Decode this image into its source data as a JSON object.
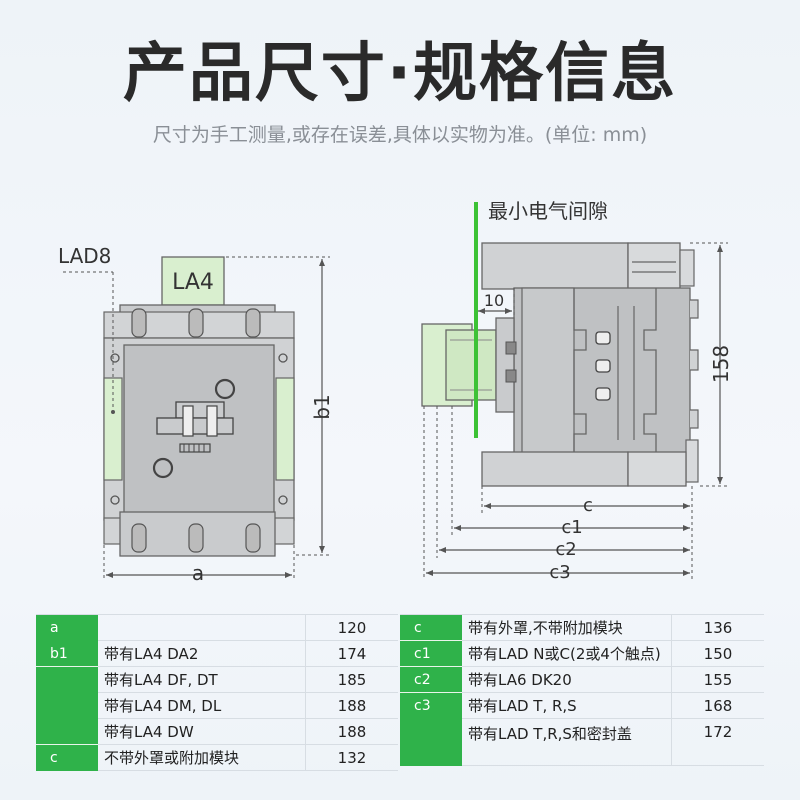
{
  "title": "产品尺寸·规格信息",
  "subtitle": "尺寸为手工测量,或存在误差,具体以实物为准。(单位: mm)",
  "diagram": {
    "front": {
      "lad8_label": "LAD8",
      "la4_label": "LA4",
      "dim_a": "a",
      "dim_b1": "b1"
    },
    "side": {
      "clearance_label": "最小电气间隙",
      "dim_10": "10",
      "dim_158": "158",
      "dim_c": "c",
      "dim_c1": "c1",
      "dim_c2": "c2",
      "dim_c3": "c3"
    }
  },
  "table_left": {
    "rows": [
      {
        "key": "a",
        "desc": "",
        "value": "120"
      },
      {
        "key": "b1",
        "desc": "带有LA4 DA2",
        "value": "174"
      },
      {
        "key": "",
        "desc": "带有LA4 DF, DT",
        "value": "185"
      },
      {
        "key": "",
        "desc": "带有LA4 DM, DL",
        "value": "188"
      },
      {
        "key": "",
        "desc": "带有LA4 DW",
        "value": "188"
      },
      {
        "key": "c",
        "desc": "不带外罩或附加模块",
        "value": "132"
      }
    ]
  },
  "table_right": {
    "rows": [
      {
        "key": "c",
        "desc": "带有外罩,不带附加模块",
        "value": "136"
      },
      {
        "key": "c1",
        "desc": "带有LAD N或C(2或4个触点)",
        "value": "150"
      },
      {
        "key": "c2",
        "desc": "带有LA6 DK20",
        "value": "155"
      },
      {
        "key": "c3",
        "desc": "带有LAD T, R,S",
        "value": "168"
      },
      {
        "key": "",
        "desc": "带有LAD T,R,S和密封盖",
        "value": "172"
      }
    ]
  },
  "colors": {
    "accent_green": "#2fb24a",
    "body_gray": "#bfc1c3",
    "module_green": "#d9efcf",
    "line_green": "#3cc235"
  }
}
